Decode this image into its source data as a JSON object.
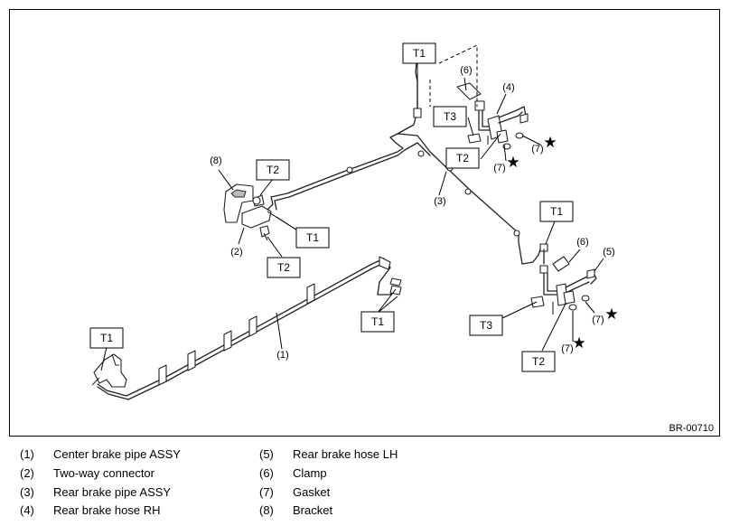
{
  "figure_code": "BR-00710",
  "torque_labels": {
    "t1": "T1",
    "t2": "T2",
    "t3": "T3"
  },
  "part_numbers": {
    "n1": "(1)",
    "n2": "(2)",
    "n3": "(3)",
    "n4": "(4)",
    "n5": "(5)",
    "n6": "(6)",
    "n7": "(7)",
    "n8": "(8)"
  },
  "star_symbol": "★",
  "legend": [
    {
      "num": "(1)",
      "text": "Center brake pipe ASSY"
    },
    {
      "num": "(2)",
      "text": "Two-way connector"
    },
    {
      "num": "(3)",
      "text": "Rear brake pipe ASSY"
    },
    {
      "num": "(4)",
      "text": "Rear brake hose RH"
    },
    {
      "num": "(5)",
      "text": "Rear brake hose LH"
    },
    {
      "num": "(6)",
      "text": "Clamp"
    },
    {
      "num": "(7)",
      "text": "Gasket"
    },
    {
      "num": "(8)",
      "text": "Bracket"
    }
  ]
}
